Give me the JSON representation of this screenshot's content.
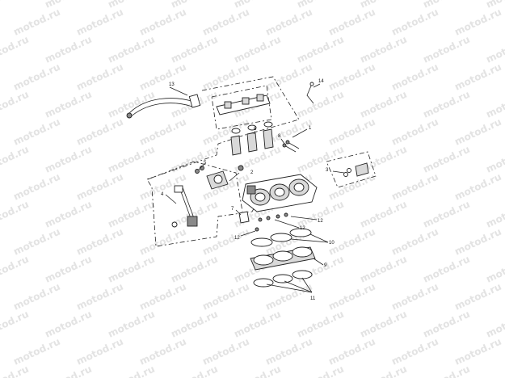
{
  "watermark": "motod.ru",
  "callouts": {
    "c1": "1",
    "c2": "2",
    "c3": "3",
    "c4": "4",
    "c5": "5",
    "c6": "6",
    "c7": "7",
    "c8": "8",
    "c9": "9",
    "c10": "10",
    "c11": "11",
    "c12a": "12",
    "c12b": "12",
    "c12c": "12",
    "c13": "13",
    "c14": "14"
  },
  "colors": {
    "line": "#222222",
    "watermark": "#e3e3e3",
    "background": "#ffffff"
  }
}
